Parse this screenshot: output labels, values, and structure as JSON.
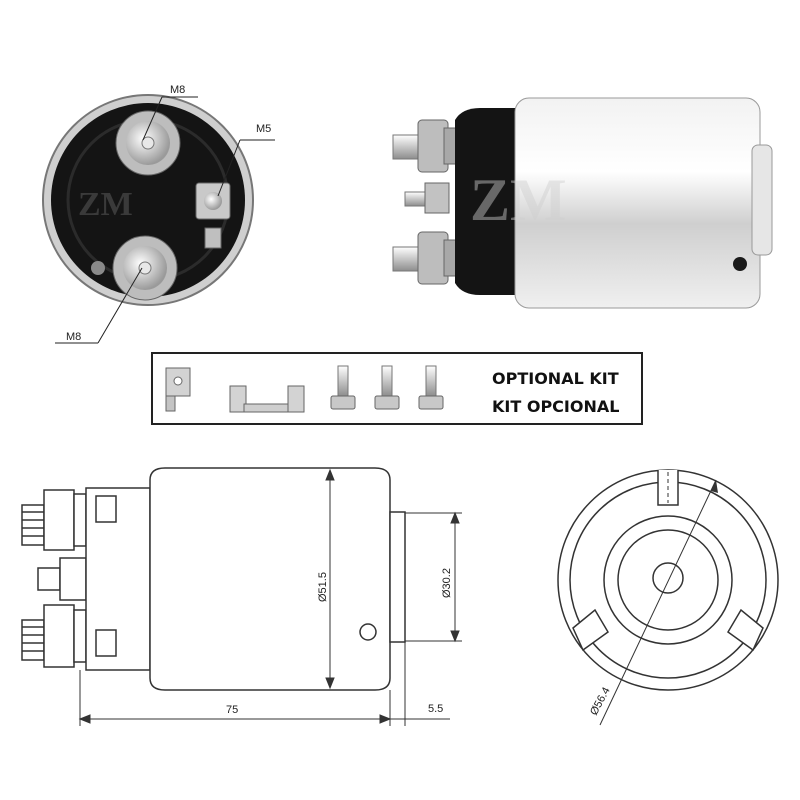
{
  "end_view_photo": {
    "label_top": "M8",
    "label_right": "M5",
    "label_bottom": "M8"
  },
  "optional_kit": {
    "line1": "OPTIONAL KIT",
    "line2": "KIT OPCIONAL"
  },
  "side_drawing": {
    "dim_body_diameter": "Ø51.5",
    "dim_boss_diameter": "Ø30.2",
    "dim_length": "75",
    "dim_boss_length": "5.5"
  },
  "end_drawing": {
    "dim_diameter": "Ø56.4"
  },
  "colors": {
    "metal": "#d8d8d8",
    "cap": "#151515",
    "line": "#333333"
  }
}
